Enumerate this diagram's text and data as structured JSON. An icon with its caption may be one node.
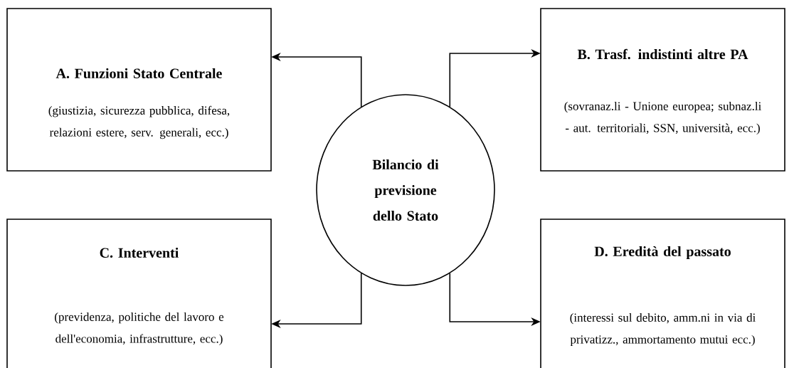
{
  "diagram": {
    "nodes": [
      {
        "text": [
          "A. Funzioni Stato Centrale",
          "(giustizia, sicurezza pubblica, difesa, relazioni estere, serv. generali, ecc.)"
        ]
      },
      {
        "text": [
          "B. Trasf. indistinti altre PA",
          "(sovranaz.li - Unione europea; subnaz.li - aut. territoriali, SSN, università, ecc.)"
        ]
      },
      {
        "text": [
          "Bilancio di previsione dello Stato"
        ]
      },
      {
        "text": [
          "C. Interventi",
          "(previdenza, politiche del lavoro e dell'economia, infrastrutture, ecc.)"
        ]
      },
      {
        "text": [
          "D. Eredità del passato",
          "(interessi sul debito, amm.ni in via di privatizz., ammortamento mutui ecc.)"
        ]
      }
    ],
    "edges": [
      {
        "from": 2,
        "to": 0,
        "arrow": "to"
      },
      {
        "from": 2,
        "to": 1,
        "arrow": "to"
      },
      {
        "from": 2,
        "to": 3,
        "arrow": "to"
      },
      {
        "from": 2,
        "to": 4,
        "arrow": "to"
      }
    ]
  }
}
